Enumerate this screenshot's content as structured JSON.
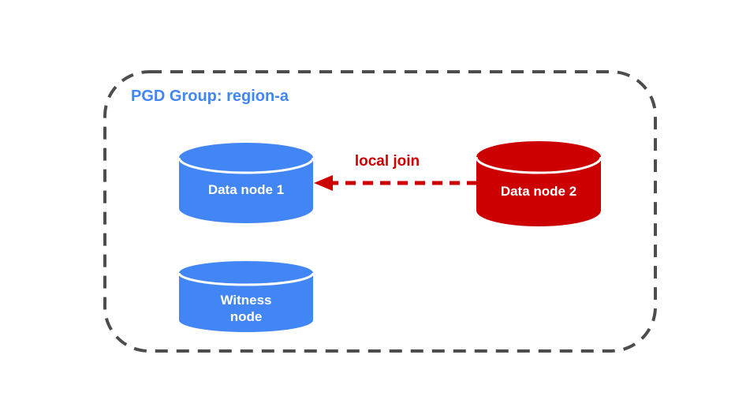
{
  "diagram": {
    "group": {
      "label": "PGD Group: region-a",
      "border_style": "dashed-rounded-rect"
    },
    "nodes": [
      {
        "id": "data-node-1",
        "label": "Data node 1",
        "shape": "database-cylinder",
        "color": "#4286F5"
      },
      {
        "id": "data-node-2",
        "label": "Data node 2",
        "shape": "database-cylinder",
        "color": "#CC0000"
      },
      {
        "id": "witness-node",
        "label": "Witness node",
        "label_lines": [
          "Witness",
          "node"
        ],
        "shape": "database-cylinder",
        "color": "#4286F5"
      }
    ],
    "edge": {
      "label": "local join",
      "from": "data-node-2",
      "to": "data-node-1",
      "style": "dashed",
      "direction": "right-to-left",
      "color": "#CC0000"
    }
  },
  "colors": {
    "blue": "#4286F5",
    "red": "#CC0000",
    "gray": "#4D4D4D",
    "white": "#FFFFFF"
  }
}
